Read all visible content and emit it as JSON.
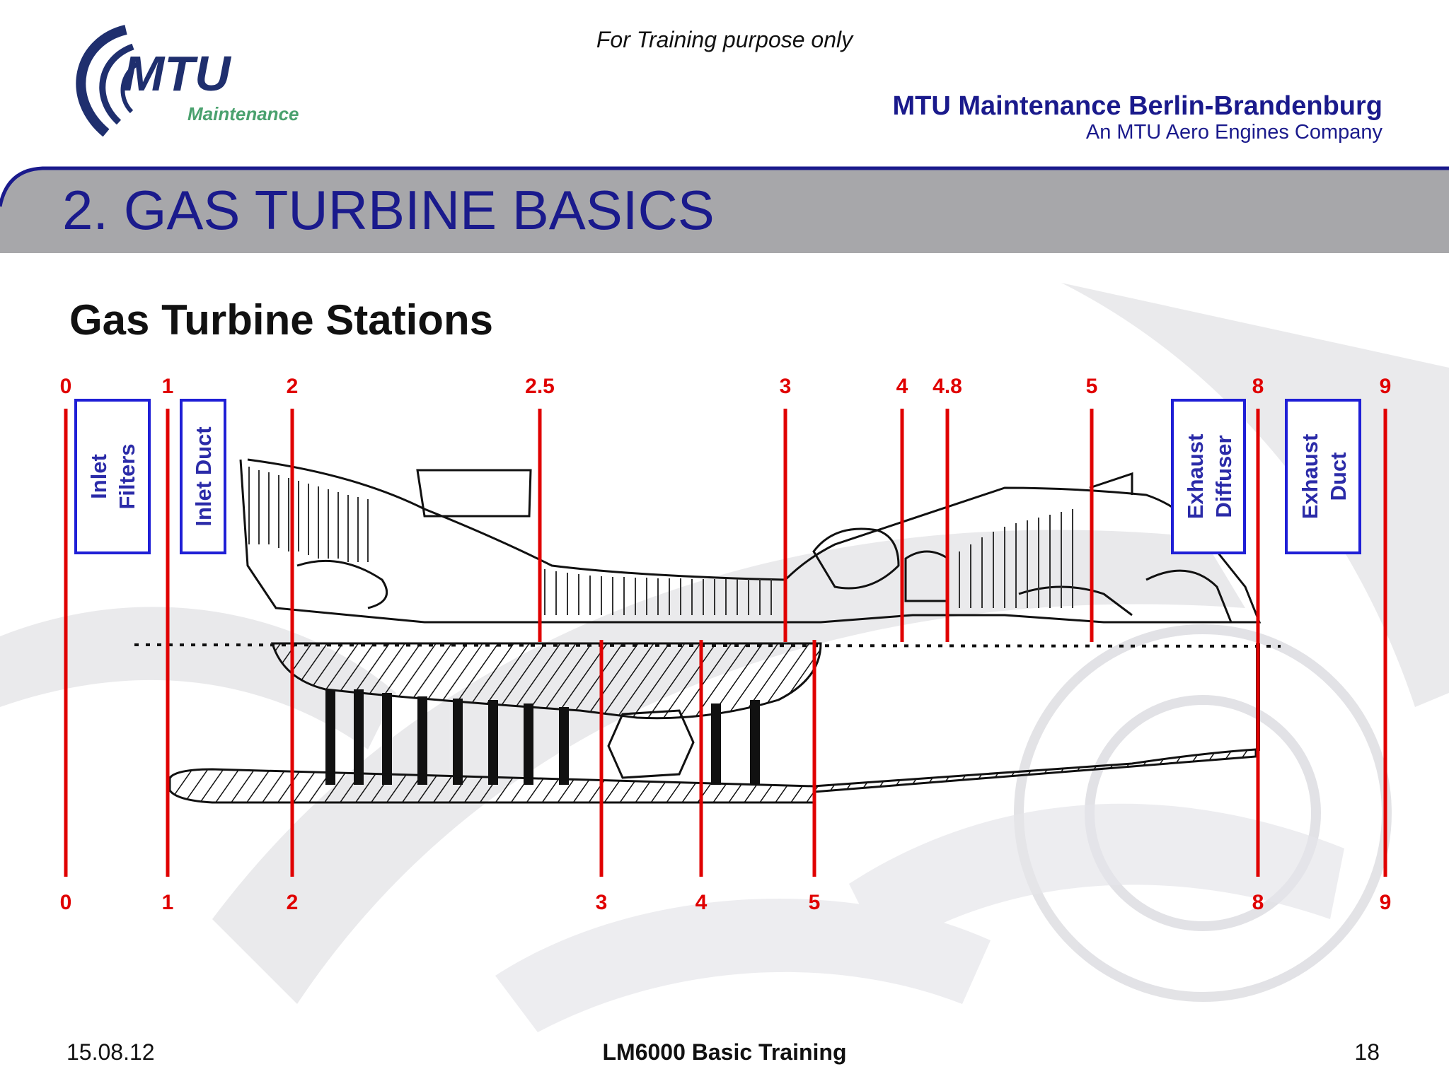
{
  "header": {
    "watermark": "For Training purpose only",
    "logo_text": "MTU",
    "logo_subtext": "Maintenance",
    "company_name": "MTU Maintenance Berlin-Brandenburg",
    "company_subtitle": "An MTU Aero Engines Company"
  },
  "slide": {
    "section_title": "2. GAS TURBINE BASICS",
    "subtitle": "Gas Turbine Stations"
  },
  "diagram": {
    "top_station_labels": [
      "0",
      "1",
      "2",
      "2.5",
      "3",
      "4",
      "4.8",
      "5",
      "8",
      "9"
    ],
    "bottom_station_labels": [
      "0",
      "1",
      "2",
      "3",
      "4",
      "5",
      "8",
      "9"
    ],
    "component_boxes": [
      {
        "line1": "Inlet",
        "line2": "Filters"
      },
      {
        "line1": "Inlet Duct",
        "line2": ""
      },
      {
        "line1": "Exhaust",
        "line2": "Diffuser"
      },
      {
        "line1": "Exhaust",
        "line2": "Duct"
      }
    ],
    "colors": {
      "station_line": "#e00000",
      "box_border": "#1f1fd6",
      "box_text": "#2b2ba8",
      "title_blue": "#1a1a8c"
    }
  },
  "footer": {
    "date": "15.08.12",
    "title": "LM6000 Basic Training",
    "page": "18"
  }
}
